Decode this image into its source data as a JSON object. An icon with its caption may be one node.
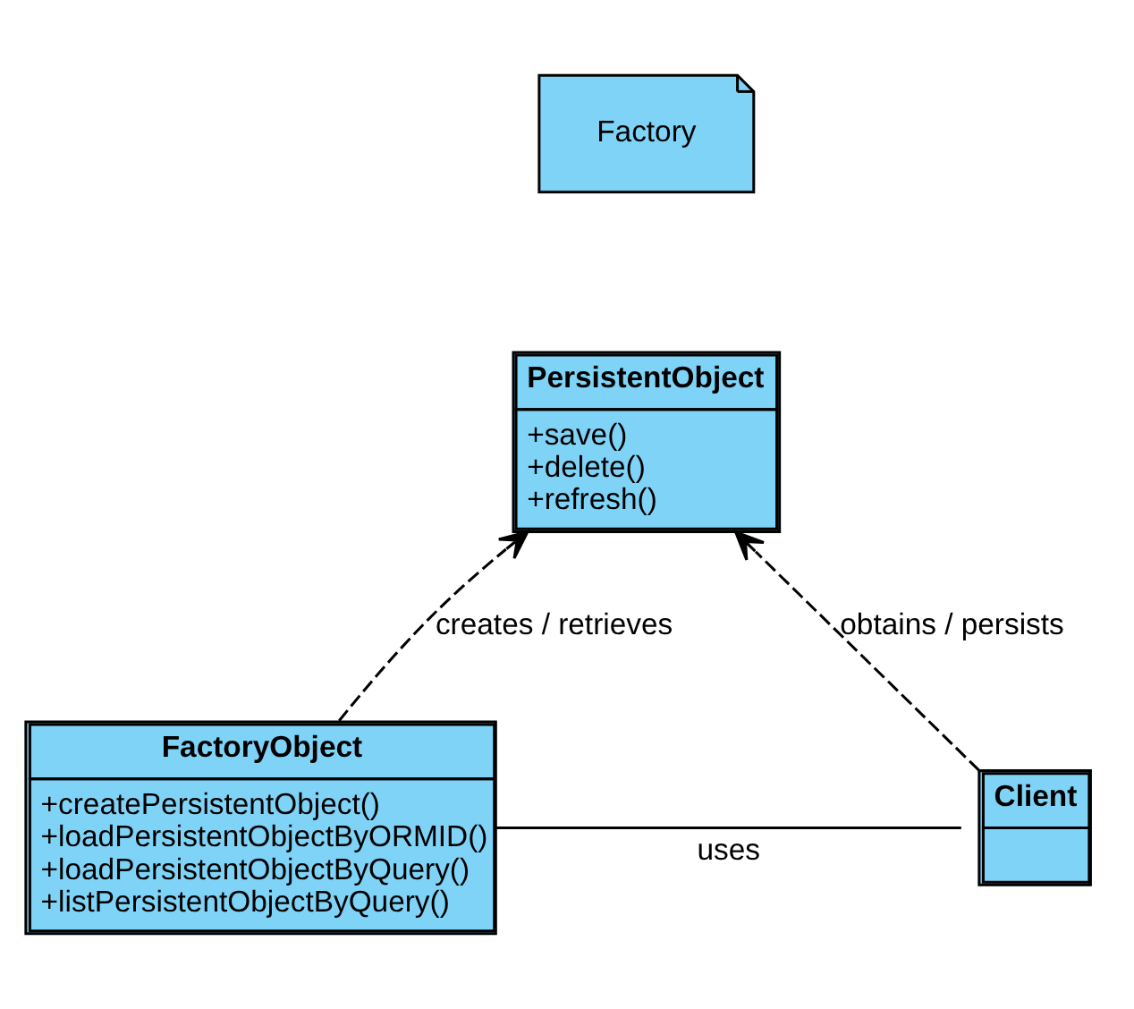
{
  "diagram": {
    "nodes": [
      {
        "text": [
          "Factory"
        ]
      },
      {
        "text": [
          "PersistentObject",
          "+save()",
          "+delete()",
          "+refresh()"
        ]
      },
      {
        "text": [
          "FactoryObject",
          "+createPersistentObject()",
          "+loadPersistentObjectByORMID()",
          "+loadPersistentObjectByQuery()",
          "+listPersistentObjectByQuery()"
        ]
      },
      {
        "text": [
          "Client"
        ]
      }
    ],
    "edges": [
      {
        "from": 2,
        "to": 1,
        "arrow": "to",
        "style": "dashed",
        "label": "creates / retrieves"
      },
      {
        "from": 3,
        "to": 1,
        "arrow": "to",
        "style": "dashed",
        "label": "obtains / persists"
      },
      {
        "from": 2,
        "to": 3,
        "arrow": "none",
        "label": "uses"
      }
    ]
  }
}
